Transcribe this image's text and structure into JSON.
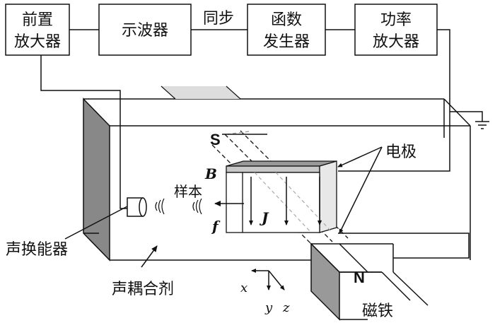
{
  "boxes": {
    "preamp_line1": "前置",
    "preamp_line2": "放大器",
    "oscilloscope": "示波器",
    "sync": "同步",
    "funcgen_line1": "函数",
    "funcgen_line2": "发生器",
    "poweramp_line1": "功率",
    "poweramp_line2": "放大器"
  },
  "labels": {
    "S": "S",
    "N": "N",
    "electrode": "电极",
    "B": "B",
    "sample": "样本",
    "J": "J",
    "f": "f",
    "transducer": "声换能器",
    "couplant": "声耦合剂",
    "magnet": "磁铁",
    "axis_x": "x",
    "axis_y": "y",
    "axis_z": "z"
  }
}
